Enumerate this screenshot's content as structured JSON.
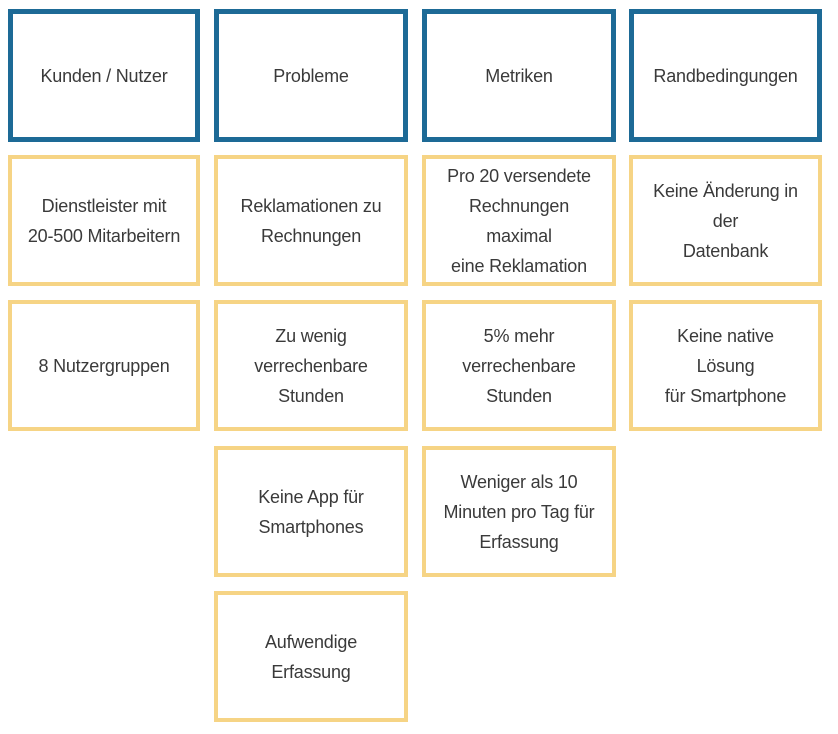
{
  "columns": [
    {
      "header": "Kunden / Nutzer",
      "items": [
        "Dienstleister mit\n20-500 Mitarbeitern",
        "8 Nutzergruppen"
      ]
    },
    {
      "header": "Probleme",
      "items": [
        "Reklamationen zu\nRechnungen",
        "Zu wenig\nverrechenbare\nStunden",
        "Keine App für\nSmartphones",
        "Aufwendige\nErfassung"
      ]
    },
    {
      "header": "Metriken",
      "items": [
        "Pro 20 versendete\nRechnungen maximal\neine Reklamation",
        "5% mehr\nverrechenbare\nStunden",
        "Weniger als 10\nMinuten pro Tag für\nErfassung"
      ]
    },
    {
      "header": "Randbedingungen",
      "items": [
        "Keine Änderung in der\nDatenbank",
        "Keine native Lösung\nfür Smartphone"
      ]
    }
  ],
  "colors": {
    "header_border": "#1d6a96",
    "item_border": "#f6d485",
    "text": "#3a3a3a"
  }
}
